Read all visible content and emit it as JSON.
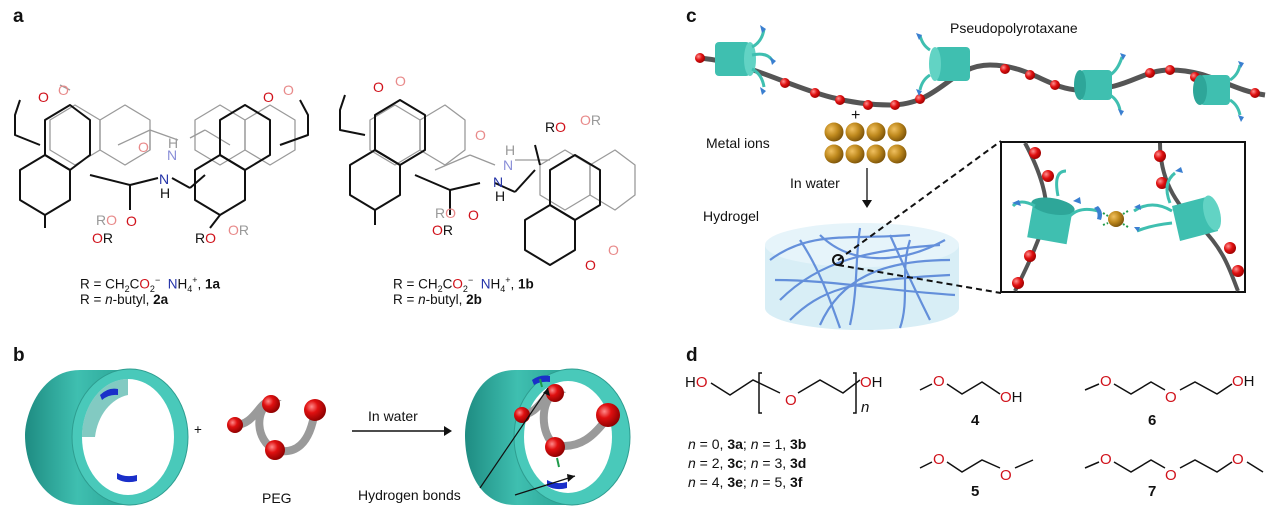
{
  "figure": {
    "panels": {
      "a": {
        "letter": "a",
        "structure_left": {
          "atoms": {
            "O": "O",
            "N": "N",
            "H": "H",
            "OR": "OR",
            "RO": "RO"
          },
          "legend": [
            {
              "prefix": "R = CH",
              "sub2": "2",
              "mid": "C",
              "o": "O",
              "sub2b": "2",
              "sup_minus": "−",
              "n": "N",
              "nh": "H",
              "sub4": "4",
              "sup_plus": "+",
              "sep": ", ",
              "compound": "1a"
            },
            {
              "prefix": "R = ",
              "italic": "n",
              "rest": "-butyl, ",
              "compound": "2a"
            }
          ]
        },
        "structure_right": {
          "legend": [
            {
              "prefix": "R = CH",
              "sub2": "2",
              "mid": "C",
              "o": "O",
              "sub2b": "2",
              "sup_minus": "−",
              "n": "N",
              "nh": "H",
              "sub4": "4",
              "sup_plus": "+",
              "sep": ", ",
              "compound": "1b"
            },
            {
              "prefix": "R = ",
              "italic": "n",
              "rest": "-butyl, ",
              "compound": "2b"
            }
          ]
        }
      },
      "b": {
        "letter": "b",
        "plus": "+",
        "peg_label": "PEG",
        "arrow_label": "In water",
        "annotation": "Hydrogen bonds"
      },
      "c": {
        "letter": "c",
        "title": "Pseudopolyrotaxane",
        "plus": "+",
        "metal_label": "Metal ions",
        "arrow_label": "In water",
        "hydrogel_label": "Hydrogel"
      },
      "d": {
        "letter": "d",
        "formula": {
          "ho": "HO",
          "o": "O",
          "oh": "OH",
          "n": "n"
        },
        "series": [
          {
            "n1": "n",
            "eq1": " = 0, ",
            "c1": "3a",
            "semi": "; ",
            "n2": "n",
            "eq2": " = 1, ",
            "c2": "3b"
          },
          {
            "n1": "n",
            "eq1": " = 2, ",
            "c1": "3c",
            "semi": "; ",
            "n2": "n",
            "eq2": " = 3, ",
            "c2": "3d"
          },
          {
            "n1": "n",
            "eq1": " = 4, ",
            "c1": "3e",
            "semi": "; ",
            "n2": "n",
            "eq2": " = 5, ",
            "c2": "3f"
          }
        ],
        "compounds": [
          {
            "label": "4",
            "end": "OH"
          },
          {
            "label": "6",
            "end": "OH"
          },
          {
            "label": "5",
            "end": ""
          },
          {
            "label": "7",
            "end": ""
          }
        ],
        "ether_o": "O"
      }
    },
    "colors": {
      "oxygen": "#d0121b",
      "nitrogen": "#2433a8",
      "cyclodextrin": "#3fbfb0",
      "peg_sphere": "#e01010",
      "peg_tube": "#9a9a9a",
      "metal": "#c08a1e",
      "hydrogel": "#dff1f8",
      "fiber": "#4f7fd6"
    }
  }
}
